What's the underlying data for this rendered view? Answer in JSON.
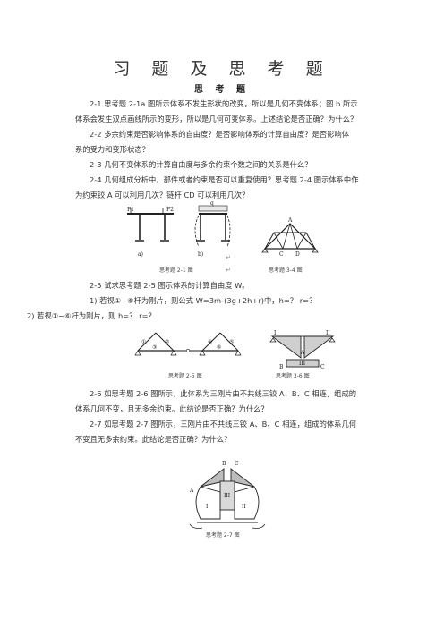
{
  "title": "习 题 及 思 考 题",
  "subtitle": "思 考 题",
  "paragraphs": [
    "2-1  思考题 2-1a 图所示体系不发生形状的改变，所以是几何不变体系；图 b 所示",
    "体系会发生双点画线所示的变形，所以是几何可变体系。上述结论是否正确？为什么？",
    "2-2  多余约束是否影响体系的自由度？是否影响体系的计算自由度？是否影响体",
    "系的受力和变形状态？",
    "2-3  几何不变体系的计算自由度与多余约束个数之间的关系是什么？",
    "2-4  几何组成分析中，部件或者约束是否可以重复使用？思考题 2-4 图示体系中作",
    "为约束铰 A 可以利用几次？链杆 CD 可以利用几次？",
    "2-5  试求思考题 2-5 图示体系的计算自由度 W。",
    "1)  若视①~⑥杆为刚片，则公式 W=3m-(3g+2h+r)中，h=？ r=？",
    "2)  若视①~⑥杆为刚片，则 h=？ r=？",
    "2-6  如思考题 2-6 图所示，此体系为三刚片由不共线三铰 A、B、C 相连，组成的",
    "体系几何不变，且无多余约束。此结论是否正确？为什么？",
    "2-7  如思考题 2-7 图所示，三刚片由不共线三铰 A、B、C 相连，组成的体系几何",
    "不变且无多余约束。此结论是否正确？为什么？"
  ],
  "figures": {
    "fig21": {
      "caption": "思考题  2-1 图",
      "label_a": "a)",
      "label_b": "b)",
      "f1": "F1",
      "f2": "F2",
      "q": "q"
    },
    "fig24": {
      "caption": "思考题  3-4 图",
      "A": "A",
      "C": "C",
      "D": "D"
    },
    "fig25": {
      "caption": "思考题  2-5 图",
      "n1": "①",
      "n2": "②",
      "n3": "③",
      "n4": "④",
      "n5": "⑤",
      "n6": "⑥"
    },
    "fig26": {
      "caption": "思考题  3-6 图",
      "A": "A",
      "B": "B",
      "C": "C",
      "I": "I",
      "II": "II",
      "III": "III"
    },
    "fig27": {
      "caption": "思考题  2-7 图",
      "A": "A",
      "B": "B",
      "C": "C",
      "I": "I",
      "II": "II",
      "III": "III"
    }
  },
  "marks": {
    "return": "↵"
  }
}
